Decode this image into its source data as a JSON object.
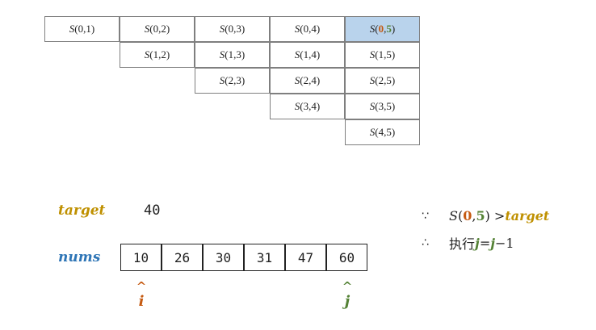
{
  "grid": {
    "rows": [
      [
        "0,1",
        "0,2",
        "0,3",
        "0,4"
      ],
      [
        "1,2",
        "1,3",
        "1,4",
        "1,5"
      ],
      [
        "2,3",
        "2,4",
        "2,5"
      ],
      [
        "3,4",
        "3,5"
      ],
      [
        "4,5"
      ]
    ],
    "s_symbol": "S",
    "highlight": {
      "i": "0",
      "j": "5"
    }
  },
  "target": {
    "label": "target",
    "value": "40"
  },
  "nums": {
    "label": "nums",
    "values": [
      "10",
      "26",
      "30",
      "31",
      "47",
      "60"
    ]
  },
  "pointers": {
    "caret": "^",
    "i_name": "i",
    "j_name": "j"
  },
  "explanation": {
    "because_symbol": "∵",
    "therefore_symbol": "∴",
    "greater_than": ">",
    "action_word": "执行",
    "assign_lhs": "j",
    "assign_op": "=",
    "assign_rhs": "j",
    "minus": "−",
    "one": "1"
  },
  "colors": {
    "i": "#c55a11",
    "j": "#548235",
    "target": "#bf9000",
    "nums": "#2e75b6",
    "highlight": "#b9d3ec"
  }
}
